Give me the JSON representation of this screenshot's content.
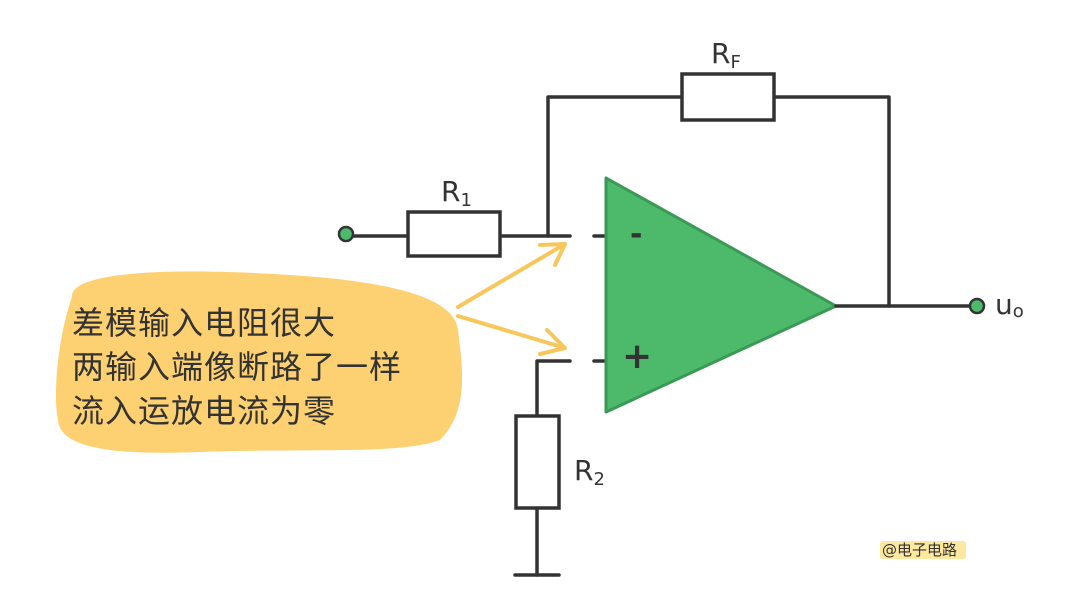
{
  "components": {
    "rf": {
      "label": "R",
      "sub": "F"
    },
    "r1": {
      "label": "R",
      "sub": "1"
    },
    "r2": {
      "label": "R",
      "sub": "2"
    },
    "output": {
      "label": "u",
      "sub": "o"
    },
    "opamp": {
      "minus": "-",
      "plus": "+"
    }
  },
  "note": {
    "lines": [
      "差模输入电阻很大",
      "两输入端像断路了一样",
      "流入运放电流为零"
    ]
  },
  "watermark": "@电子电路",
  "colors": {
    "opamp_fill": "#4cba6a",
    "opamp_stroke": "#3a9a55",
    "terminal": "#4cba6a",
    "note_bg": "#fdd071",
    "arrow": "#f7c75c",
    "wire": "#333333",
    "watermark_bg": "#fde8a0"
  }
}
